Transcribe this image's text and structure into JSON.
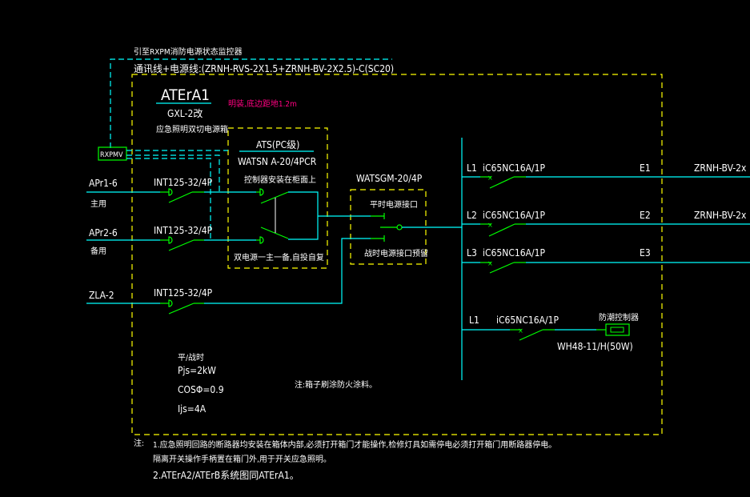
{
  "header": {
    "monitor_ref": "引至RXPM消防电源状态监控器",
    "cable_spec": "通讯线+电源线:(ZRNH-RVS-2X1.5+ZRNH-BV-2X2.5)-C(SC20)"
  },
  "panel": {
    "name": "ATErA1",
    "model": "GXL-2改",
    "description": "应急照明双切电源箱",
    "mounting_note": "明装,底边距地1.2m",
    "monitor_box": "RXPMV"
  },
  "inputs": [
    {
      "label": "APr1-6",
      "role": "主用",
      "breaker": "INT125-32/4P"
    },
    {
      "label": "APr2-6",
      "role": "备用",
      "breaker": "INT125-32/4P"
    },
    {
      "label": "ZLA-2",
      "role": "",
      "breaker": "INT125-32/4P"
    }
  ],
  "ats": {
    "title": "ATS(PC级)",
    "model": "WATSN A-20/4PCR",
    "controller_note": "控制器安装在柜面上",
    "mode_note": "双电源一主一备,自投自复"
  },
  "watsgm": {
    "model": "WATSGM-20/4P",
    "normal_port": "平时电源接口",
    "war_port": "战时电源接口预留"
  },
  "outputs": [
    {
      "phase": "L1",
      "breaker": "iC65NC16A/1P",
      "circuit": "E1",
      "cable": "ZRNH-BV-2x"
    },
    {
      "phase": "L2",
      "breaker": "iC65NC16A/1P",
      "circuit": "E2",
      "cable": "ZRNH-BV-2x"
    },
    {
      "phase": "L3",
      "breaker": "iC65NC16A/1P",
      "circuit": "E3",
      "cable": ""
    },
    {
      "phase": "L1",
      "breaker": "iC65NC16A/1P",
      "device": "防潮控制器",
      "device_model": "WH48-11/H(50W)"
    }
  ],
  "loads": {
    "mode": "平/战时",
    "pjs": "Pjs=2kW",
    "cos": "COSΦ=0.9",
    "ijs": "Ijs=4A"
  },
  "box_note": "注:箱子刷涂防火涂料。",
  "notes": {
    "label": "注:",
    "line1": "1.应急照明回路的断路器均安装在箱体内部,必须打开箱门才能操作,检修灯具如需停电必须打开箱门用断路器停电。",
    "line1b": "隔离开关操作手柄置在箱门外,用于开关应急照明。",
    "line2": "2.ATErA2/ATErB系统图同ATErA1。"
  },
  "colors": {
    "cyan": "#00ffff",
    "green": "#00ff00",
    "yellow": "#ffff00",
    "magenta": "#ff0080"
  }
}
